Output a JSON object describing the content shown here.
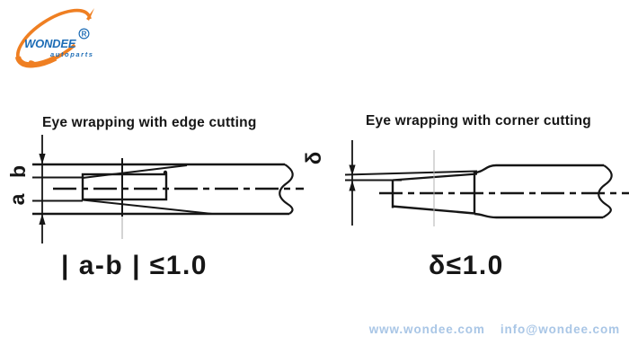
{
  "logo": {
    "brand": "WONDEE",
    "subbrand": "autoparts",
    "registered": "R",
    "orange": "#ef7f22",
    "blue": "#1e6db6"
  },
  "left_figure": {
    "title": "Eye wrapping with edge cutting",
    "label_b": "b",
    "label_a": "a",
    "formula": "| a-b | ≤1.0"
  },
  "right_figure": {
    "title": "Eye wrapping with corner cutting",
    "label_delta": "δ",
    "formula": "δ≤1.0"
  },
  "footer": {
    "website": "www.wondee.com",
    "email": "info@wondee.com",
    "color": "#a9c6e6"
  }
}
